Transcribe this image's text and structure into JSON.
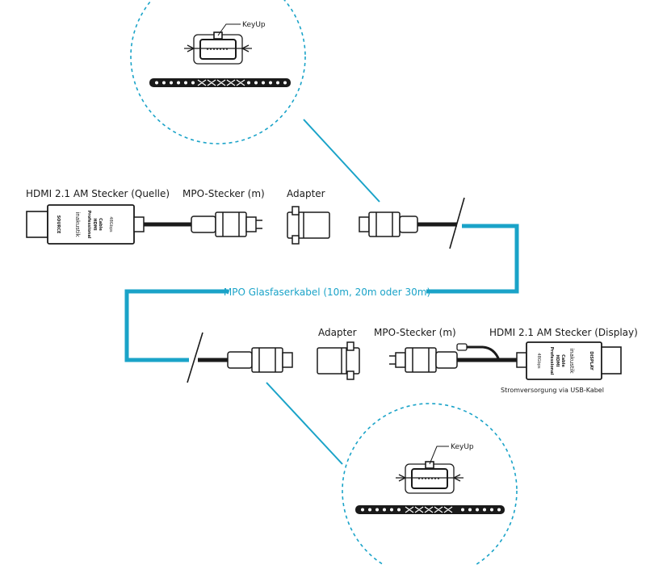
{
  "colors": {
    "accent": "#1aa3c8",
    "ink": "#1a1a1a",
    "background": "#ffffff"
  },
  "labels": {
    "hdmi_source": "HDMI 2.1 AM Stecker (Quelle)",
    "mpo_top": "MPO-Stecker (m)",
    "adapter_top": "Adapter",
    "fiber_cable": "MPO Glasfaserkabel (10m, 20m oder 30m)",
    "adapter_bottom": "Adapter",
    "mpo_bottom": "MPO-Stecker (m)",
    "hdmi_display": "HDMI 2.1 AM Stecker (Display)",
    "usb_power": "Stromversorgung via USB-Kabel",
    "keyup_top": "KeyUp",
    "keyup_bottom": "KeyUp"
  },
  "plug_source": {
    "side_text": "SOURCE",
    "brand": "inakustik",
    "model_line1": "Professional",
    "model_line2": "HDMI",
    "model_line3": "Cable",
    "spec": "48Gbps"
  },
  "plug_display": {
    "side_text": "DISPLAY",
    "brand": "inakustik",
    "model_line1": "Professional",
    "model_line2": "HDMI",
    "model_line3": "Cable",
    "spec": "48Gbps"
  },
  "icons": {
    "detail_circle_top": "dashed-circle",
    "detail_circle_bottom": "dashed-circle",
    "cable_break": "slash-break"
  }
}
